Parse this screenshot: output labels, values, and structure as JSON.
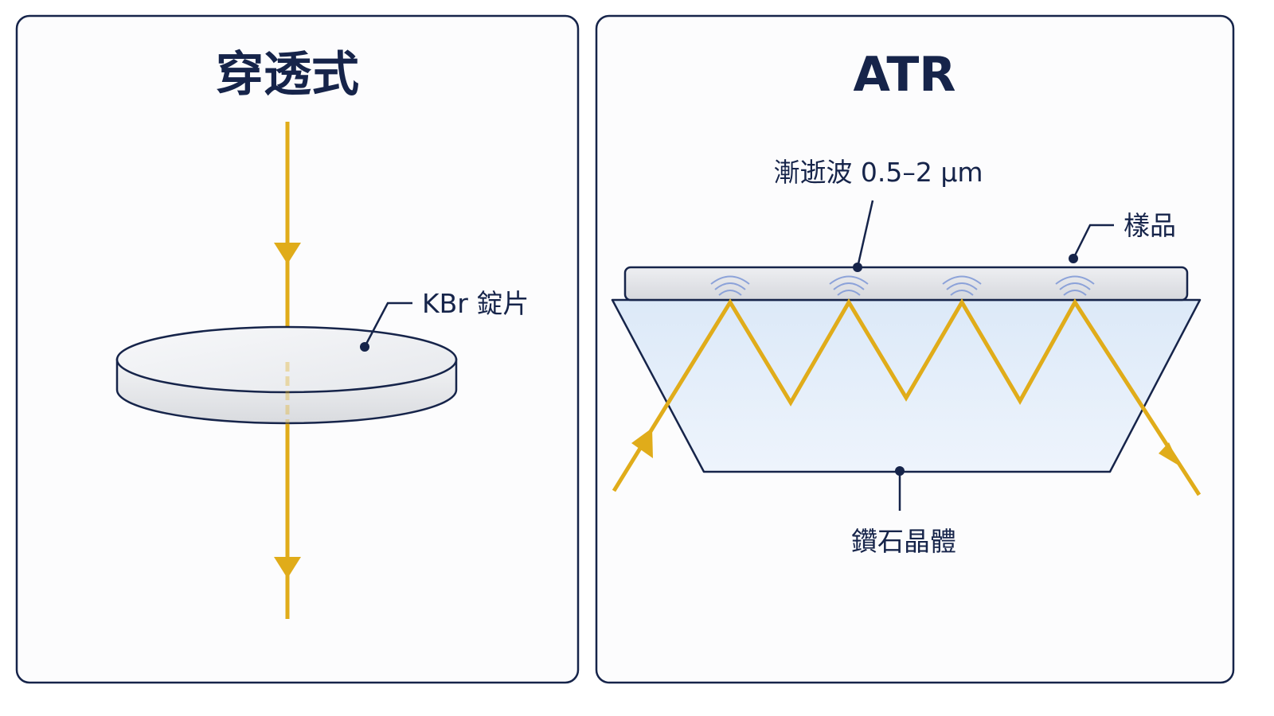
{
  "left_panel": {
    "title": "穿透式",
    "pellet_label": "KBr 錠片"
  },
  "right_panel": {
    "title": "ATR",
    "evanescent_label": "漸逝波 0.5–2 μm",
    "sample_label": "樣品",
    "crystal_label": "鑽石晶體"
  },
  "colors": {
    "beam": "#e0ac1a",
    "outline": "#16244a",
    "crystal_fill": "#e5effb",
    "sample_fill": "#e6e7ea",
    "pellet_fill": "#f1f2f4",
    "wave": "#7d97d6"
  }
}
